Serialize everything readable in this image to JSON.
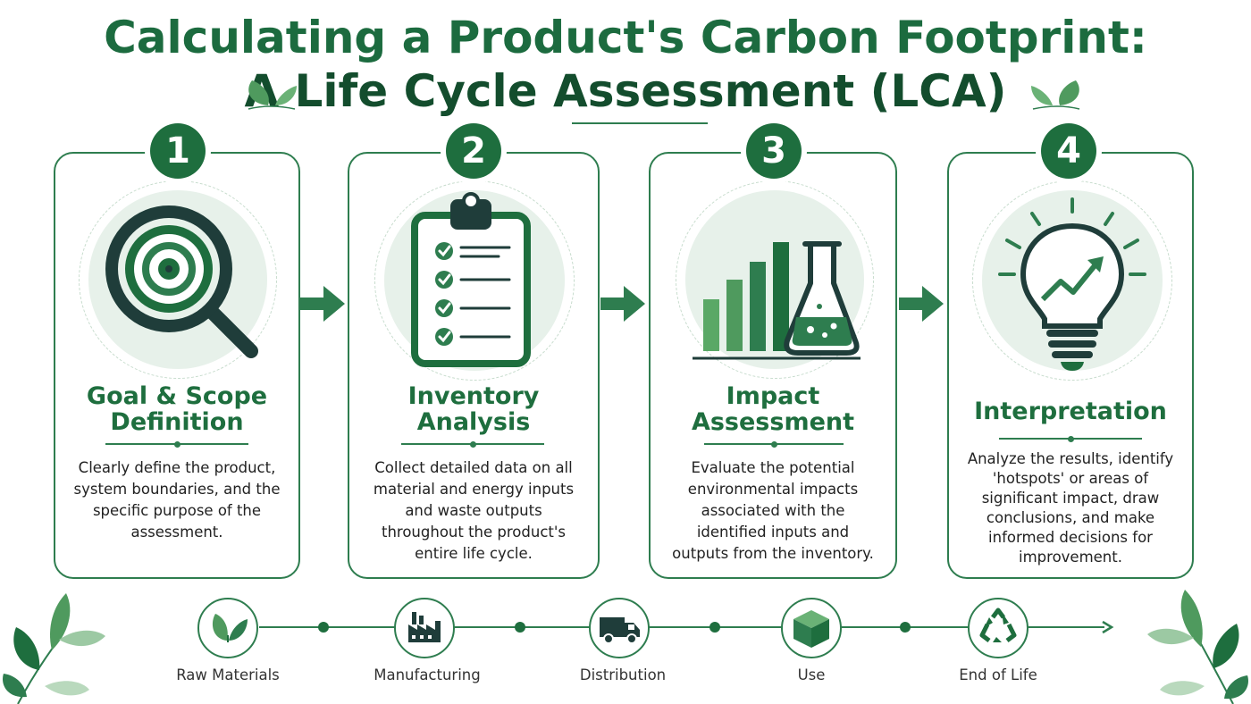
{
  "title": {
    "line1": "Calculating a Product's Carbon Footprint:",
    "line2": "A Life Cycle Assessment (LCA)"
  },
  "steps": [
    {
      "number": "1",
      "title_line1": "Goal & Scope",
      "title_line2": "Definition",
      "desc": [
        "Clearly define the product,",
        "system boundaries, and the",
        "specific purpose of the",
        "assessment."
      ],
      "icon": "target-magnifier-icon"
    },
    {
      "number": "2",
      "title_line1": "Inventory",
      "title_line2": "Analysis",
      "desc": [
        "Collect detailed data on all",
        "material and energy inputs",
        "and waste outputs",
        "throughout the product's",
        "entire life cycle."
      ],
      "icon": "clipboard-checklist-icon"
    },
    {
      "number": "3",
      "title_line1": "Impact",
      "title_line2": "Assessment",
      "desc": [
        "Evaluate the potential",
        "environmental impacts",
        "associated with the",
        "identified inputs and",
        "outputs from the inventory."
      ],
      "icon": "bar-chart-flask-icon"
    },
    {
      "number": "4",
      "title_line1": "Interpretation",
      "desc": [
        "Analyze the results, identify",
        "'hotspots' or areas of",
        "significant impact, draw",
        "conclusions, and make",
        "informed decisions for",
        "improvement."
      ],
      "icon": "lightbulb-trend-icon"
    }
  ],
  "timeline": [
    {
      "label": "Raw Materials",
      "icon": "leaves-icon"
    },
    {
      "label": "Manufacturing",
      "icon": "factory-icon"
    },
    {
      "label": "Distribution",
      "icon": "truck-icon"
    },
    {
      "label": "Use",
      "icon": "box-icon"
    },
    {
      "label": "End of Life",
      "icon": "recycle-icon"
    }
  ],
  "colors": {
    "primary": "#1e6e3e",
    "accent": "#2e7d4f",
    "light": "#e7f1ea",
    "bar_light": "#5aa866",
    "dark_icon": "#1f3d3a"
  }
}
